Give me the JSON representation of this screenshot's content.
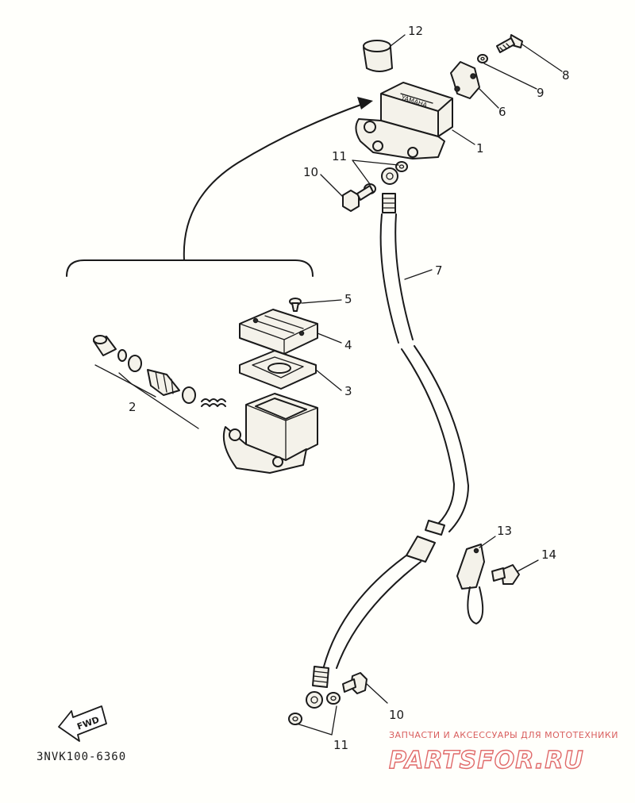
{
  "diagram": {
    "callouts": {
      "n1": "1",
      "n2": "2",
      "n3": "3",
      "n4": "4",
      "n5": "5",
      "n6": "6",
      "n7": "7",
      "n8": "8",
      "n9": "9",
      "n10_top": "10",
      "n10_bottom": "10",
      "n11_top": "11",
      "n11_bottom": "11",
      "n12": "12",
      "n13": "13",
      "n14": "14"
    },
    "fwd_label": "FWD",
    "drawing_code": "3NVK100-6360"
  },
  "watermark": {
    "tagline": "ЗАПЧАСТИ И АКСЕССУАРЫ ДЛЯ МОТОТЕХНИКИ",
    "brand": "PARTSFOR.RU"
  },
  "colors": {
    "line": "#1a1a1a",
    "background": "#fffffb",
    "watermark": "#e06a6a"
  }
}
